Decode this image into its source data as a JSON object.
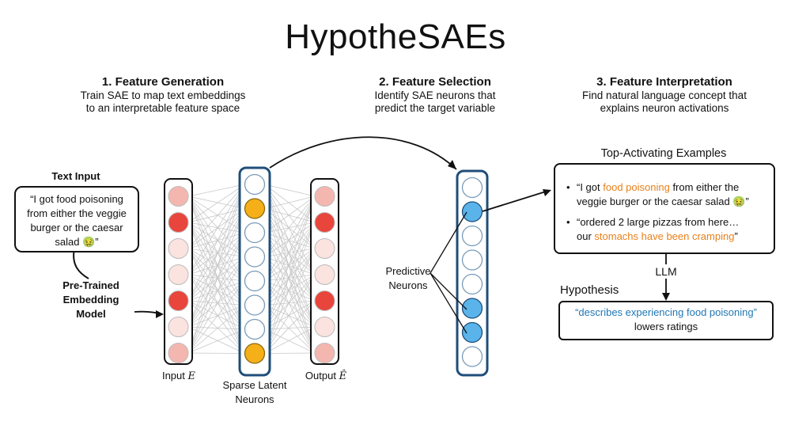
{
  "title": "HypotheSAEs",
  "sections": [
    {
      "heading": "1. Feature Generation",
      "line1": "Train SAE to map text embeddings",
      "line2": "to an interpretable feature space"
    },
    {
      "heading": "2. Feature Selection",
      "line1": "Identify SAE neurons that",
      "line2": "predict the target variable"
    },
    {
      "heading": "3. Feature Interpretation",
      "line1": "Find natural language concept that",
      "line2": "explains neuron activations"
    }
  ],
  "text_input": {
    "label": "Text Input",
    "line1": "“I got food poisoning",
    "line2": "from either the veggie",
    "line3": "burger or the caesar",
    "line4": "salad 🤢”"
  },
  "model": {
    "line1": "Pre-Trained",
    "line2": "Embedding",
    "line3": "Model"
  },
  "labels": {
    "input": "Input",
    "input_var": "E",
    "output": "Output",
    "output_var": "Ê",
    "latent_line1": "Sparse Latent",
    "latent_line2": "Neurons",
    "predictive_line1": "Predictive",
    "predictive_line2": "Neurons",
    "llm": "LLM",
    "hypothesis": "Hypothesis",
    "top_examples": "Top-Activating Examples"
  },
  "examples": [
    {
      "prefix": "“I got ",
      "highlight": "food poisoning",
      "suffix": " from either the",
      "line2": "veggie burger or the caesar salad 🤢”"
    },
    {
      "line1": "“ordered 2 large pizzas from here…",
      "prefix": "our ",
      "highlight": "stomachs have been cramping",
      "suffix": "”"
    }
  ],
  "hypothesis_box": {
    "quote": "“describes experiencing food poisoning”",
    "line2": "lowers ratings"
  },
  "colors": {
    "strong_red": "#e8453c",
    "light_red": "#f4b7b0",
    "pale_red": "#fbe3df",
    "orange_neuron": "#f5b019",
    "latent_stroke": "#1f4e79",
    "hidden_fill": "#ffffff",
    "blue_neuron": "#5ab4ea",
    "blue_text": "#1f77b4",
    "orange_text": "#e8801a"
  },
  "diagram": {
    "input_neurons": [
      "light",
      "strong",
      "pale",
      "pale",
      "strong",
      "pale",
      "light"
    ],
    "latent_neurons": [
      "off",
      "on",
      "off",
      "off",
      "off",
      "off",
      "off",
      "on"
    ],
    "output_neurons": [
      "light",
      "strong",
      "pale",
      "pale",
      "strong",
      "pale",
      "light"
    ],
    "selection_neurons": [
      "off",
      "on",
      "off",
      "off",
      "off",
      "on",
      "on",
      "off"
    ]
  }
}
